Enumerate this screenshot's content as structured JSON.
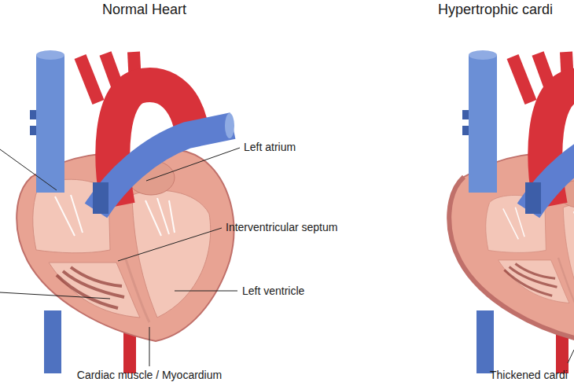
{
  "diagram": {
    "labels": [
      "Normal Heart",
      "Hypertrophic cardi",
      "Left atrium",
      "Interventricular septum",
      "Left ventricle",
      "Cardiac muscle / Myocardium",
      "Thickened cardi"
    ]
  }
}
